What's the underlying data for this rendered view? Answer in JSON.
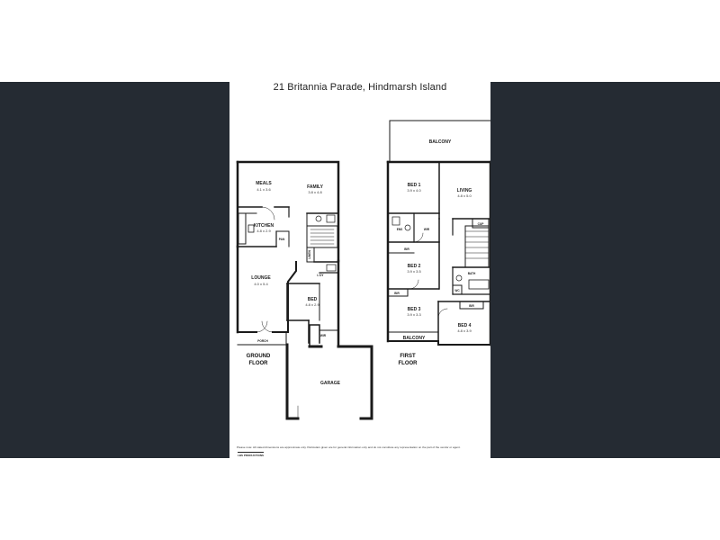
{
  "title": "21 Britannia Parade, Hindmarsh Island",
  "disclaimer": "Please note: All stated dimensions are approximate only. Particulars given are for general information only and do not constitute any representation on the part of the vendor or agent.",
  "brand": "LBS PRODUCTIONS",
  "ground_floor": {
    "label_line1": "GROUND",
    "label_line2": "FLOOR",
    "rooms": {
      "meals": {
        "name": "MEALS",
        "dim": "4.1 x 3.6"
      },
      "family": {
        "name": "FAMILY",
        "dim": "3.8 x 4.8"
      },
      "kitchen": {
        "name": "KITCHEN",
        "dim": "4.8 x 2.9"
      },
      "pan": {
        "name": "PAN"
      },
      "lounge": {
        "name": "LOUNGE",
        "dim": "4.0 x 5.4"
      },
      "bed": {
        "name": "BED",
        "dim": "4.8 x 2.9"
      },
      "ldy": {
        "name": "L'DY"
      },
      "wir": {
        "name": "WIR"
      },
      "porch": {
        "name": "PORCH"
      },
      "garage": {
        "name": "GARAGE"
      },
      "linen": {
        "name": "LINEN"
      }
    }
  },
  "first_floor": {
    "label_line1": "FIRST",
    "label_line2": "FLOOR",
    "rooms": {
      "balcony_top": {
        "name": "BALCONY"
      },
      "bed1": {
        "name": "BED 1",
        "dim": "3.9 x 4.0"
      },
      "living": {
        "name": "LIVING",
        "dim": "4.8 x 5.0"
      },
      "ens": {
        "name": "ENS"
      },
      "wir": {
        "name": "WIR"
      },
      "cup": {
        "name": "CUP"
      },
      "bir1": {
        "name": "BIR"
      },
      "bed2": {
        "name": "BED 2",
        "dim": "3.9 x 3.5"
      },
      "bath": {
        "name": "BATH"
      },
      "bir2": {
        "name": "BIR"
      },
      "wc": {
        "name": "WC"
      },
      "bed3": {
        "name": "BED 3",
        "dim": "3.9 x 3.3"
      },
      "bir3": {
        "name": "BIR"
      },
      "bed4": {
        "name": "BED 4",
        "dim": "4.8 x 3.9"
      },
      "balcony_bottom": {
        "name": "BALCONY"
      }
    }
  }
}
